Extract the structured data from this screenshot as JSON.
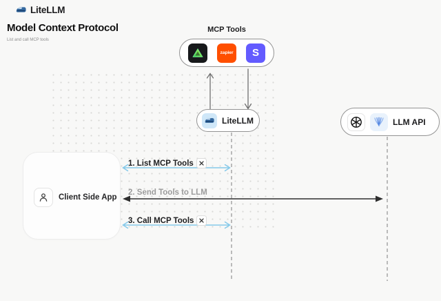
{
  "header": {
    "brand": "LiteLLM",
    "title": "Model Context Protocol",
    "subtitle": "List and call MCP tools"
  },
  "mcp_tools": {
    "label": "MCP Tools",
    "icons": [
      {
        "name": "triangle-tool",
        "bg": "#17191b"
      },
      {
        "name": "zapier",
        "text": "zapier",
        "bg": "#ff4f00"
      },
      {
        "name": "stripe",
        "text": "S",
        "bg": "#635bff"
      }
    ]
  },
  "nodes": {
    "litellm": {
      "label": "LiteLLM"
    },
    "llm_api": {
      "label": "LLM API"
    },
    "client": {
      "label": "Client Side App"
    }
  },
  "steps": [
    {
      "label": "1. List MCP Tools",
      "tool_icon": true
    },
    {
      "label": "2. Send Tools to LLM",
      "tool_icon": false
    },
    {
      "label": "3. Call MCP Tools",
      "tool_icon": true
    }
  ],
  "colors": {
    "background": "#f8f8f7",
    "blue_arrow": "#85c9ea",
    "dark_arrow": "#2e2e2e",
    "gray_arrow": "#6e6e6e",
    "zapier_orange": "#ff4f00",
    "stripe_purple": "#635bff"
  }
}
